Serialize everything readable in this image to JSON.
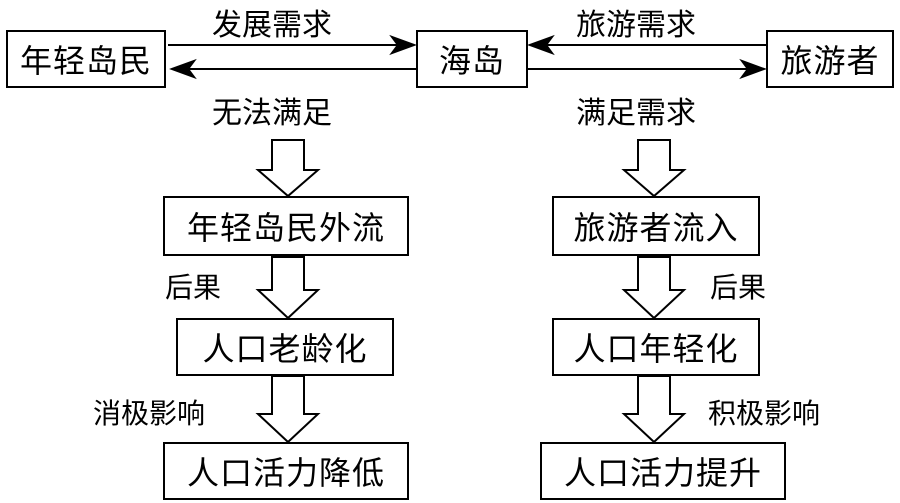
{
  "top": {
    "left_box": "年轻岛民",
    "center_box": "海岛",
    "right_box": "旅游者",
    "left_upper_label": "发展需求",
    "left_lower_label": "无法满足",
    "right_upper_label": "旅游需求",
    "right_lower_label": "满足需求"
  },
  "left_chain": {
    "box1": "年轻岛民外流",
    "label1": "后果",
    "box2": "人口老龄化",
    "label2": "消极影响",
    "box3": "人口活力降低"
  },
  "right_chain": {
    "box1": "旅游者流入",
    "label1": "后果",
    "box2": "人口年轻化",
    "label2": "积极影响",
    "box3": "人口活力提升"
  }
}
